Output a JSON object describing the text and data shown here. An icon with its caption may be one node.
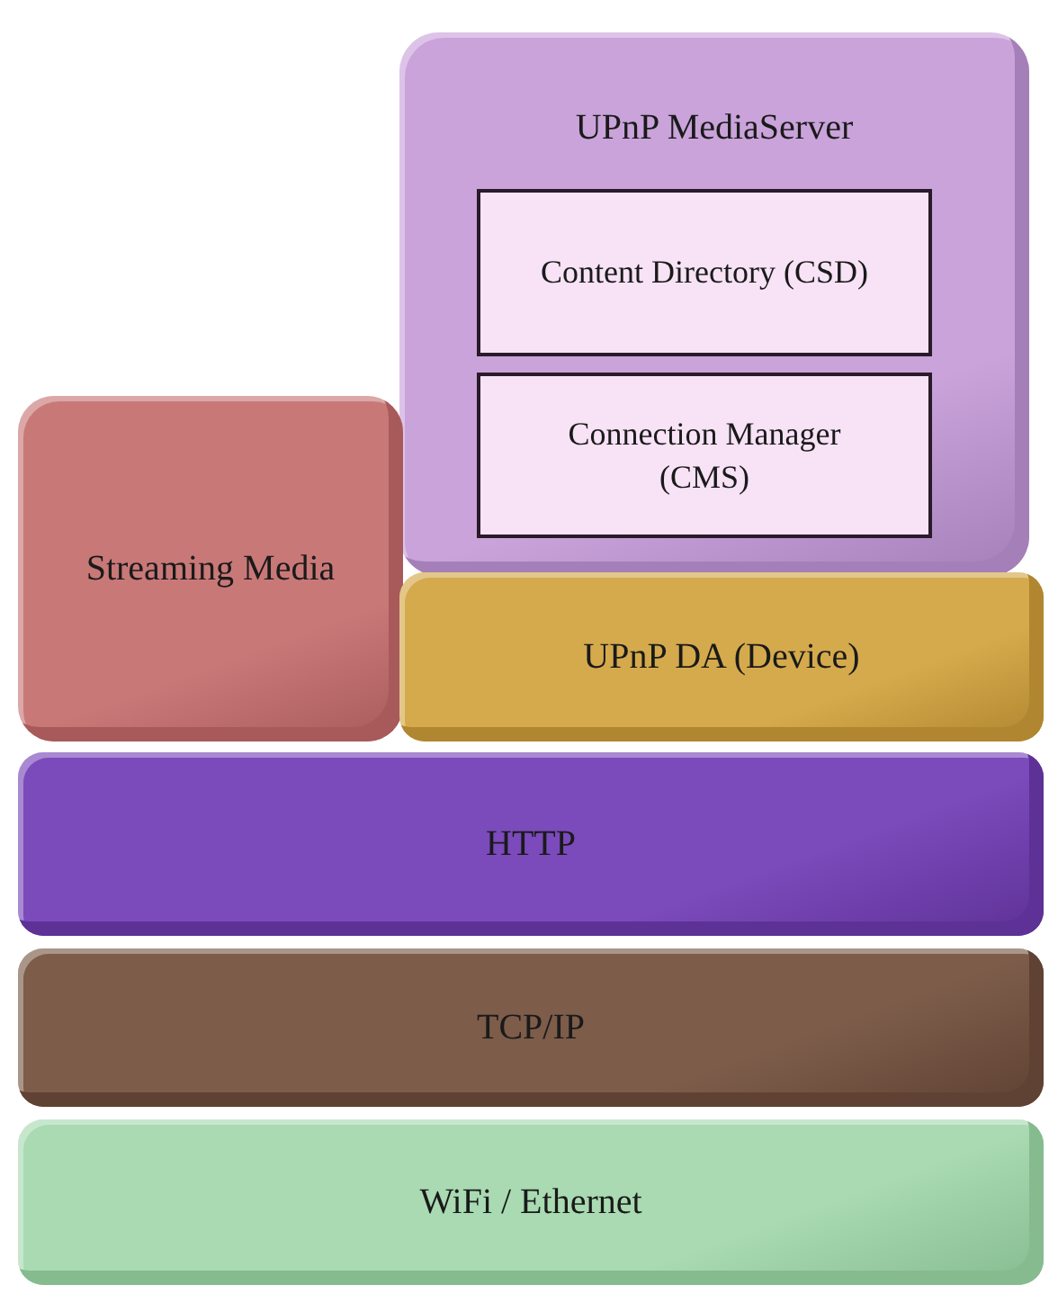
{
  "diagram": {
    "nodes": [
      {
        "text": [
          "UPnP MediaServer"
        ]
      },
      {
        "text": [
          "Content Directory (CSD)"
        ],
        "in": 0
      },
      {
        "text": [
          "Connection Manager (CMS)"
        ],
        "in": 0
      },
      {
        "text": [
          "Streaming Media"
        ]
      },
      {
        "text": [
          "UPnP DA (Device)"
        ]
      },
      {
        "text": [
          "HTTP"
        ]
      },
      {
        "text": [
          "TCP/IP"
        ]
      },
      {
        "text": [
          "WiFi / Ethernet"
        ]
      }
    ]
  }
}
